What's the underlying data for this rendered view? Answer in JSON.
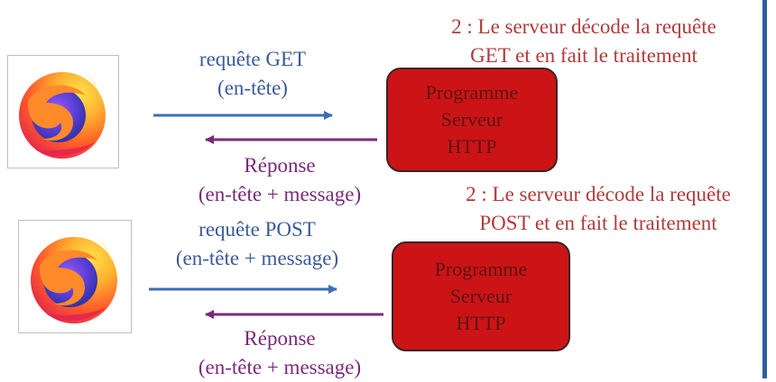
{
  "colors": {
    "request_arrow": "#3b6fb0",
    "response_arrow": "#7a2a7a",
    "server_fill": "#cc1416",
    "server_text": "#5a1414",
    "note_text": "#b23a3a",
    "request_text": "#3b5a9a",
    "response_text": "#7a2a7a",
    "right_border": "#2f5f9c"
  },
  "get_exchange": {
    "client_icon": "firefox-logo-icon",
    "request_line1": "requête GET",
    "request_line2": "(en-tête)",
    "response_line1": "Réponse",
    "response_line2": "(en-tête + message)",
    "server_line1": "Programme",
    "server_line2": "Serveur",
    "server_line3": "HTTP",
    "note_line1": "2 : Le serveur décode la requête",
    "note_line2": "GET et en fait le traitement"
  },
  "post_exchange": {
    "client_icon": "firefox-logo-icon",
    "request_line1": "requête POST",
    "request_line2": "(en-tête + message)",
    "response_line1": "Réponse",
    "response_line2": "(en-tête + message)",
    "server_line1": "Programme",
    "server_line2": "Serveur",
    "server_line3": "HTTP",
    "note_line1": "2 : Le serveur décode la requête",
    "note_line2": "POST et en fait le traitement"
  }
}
